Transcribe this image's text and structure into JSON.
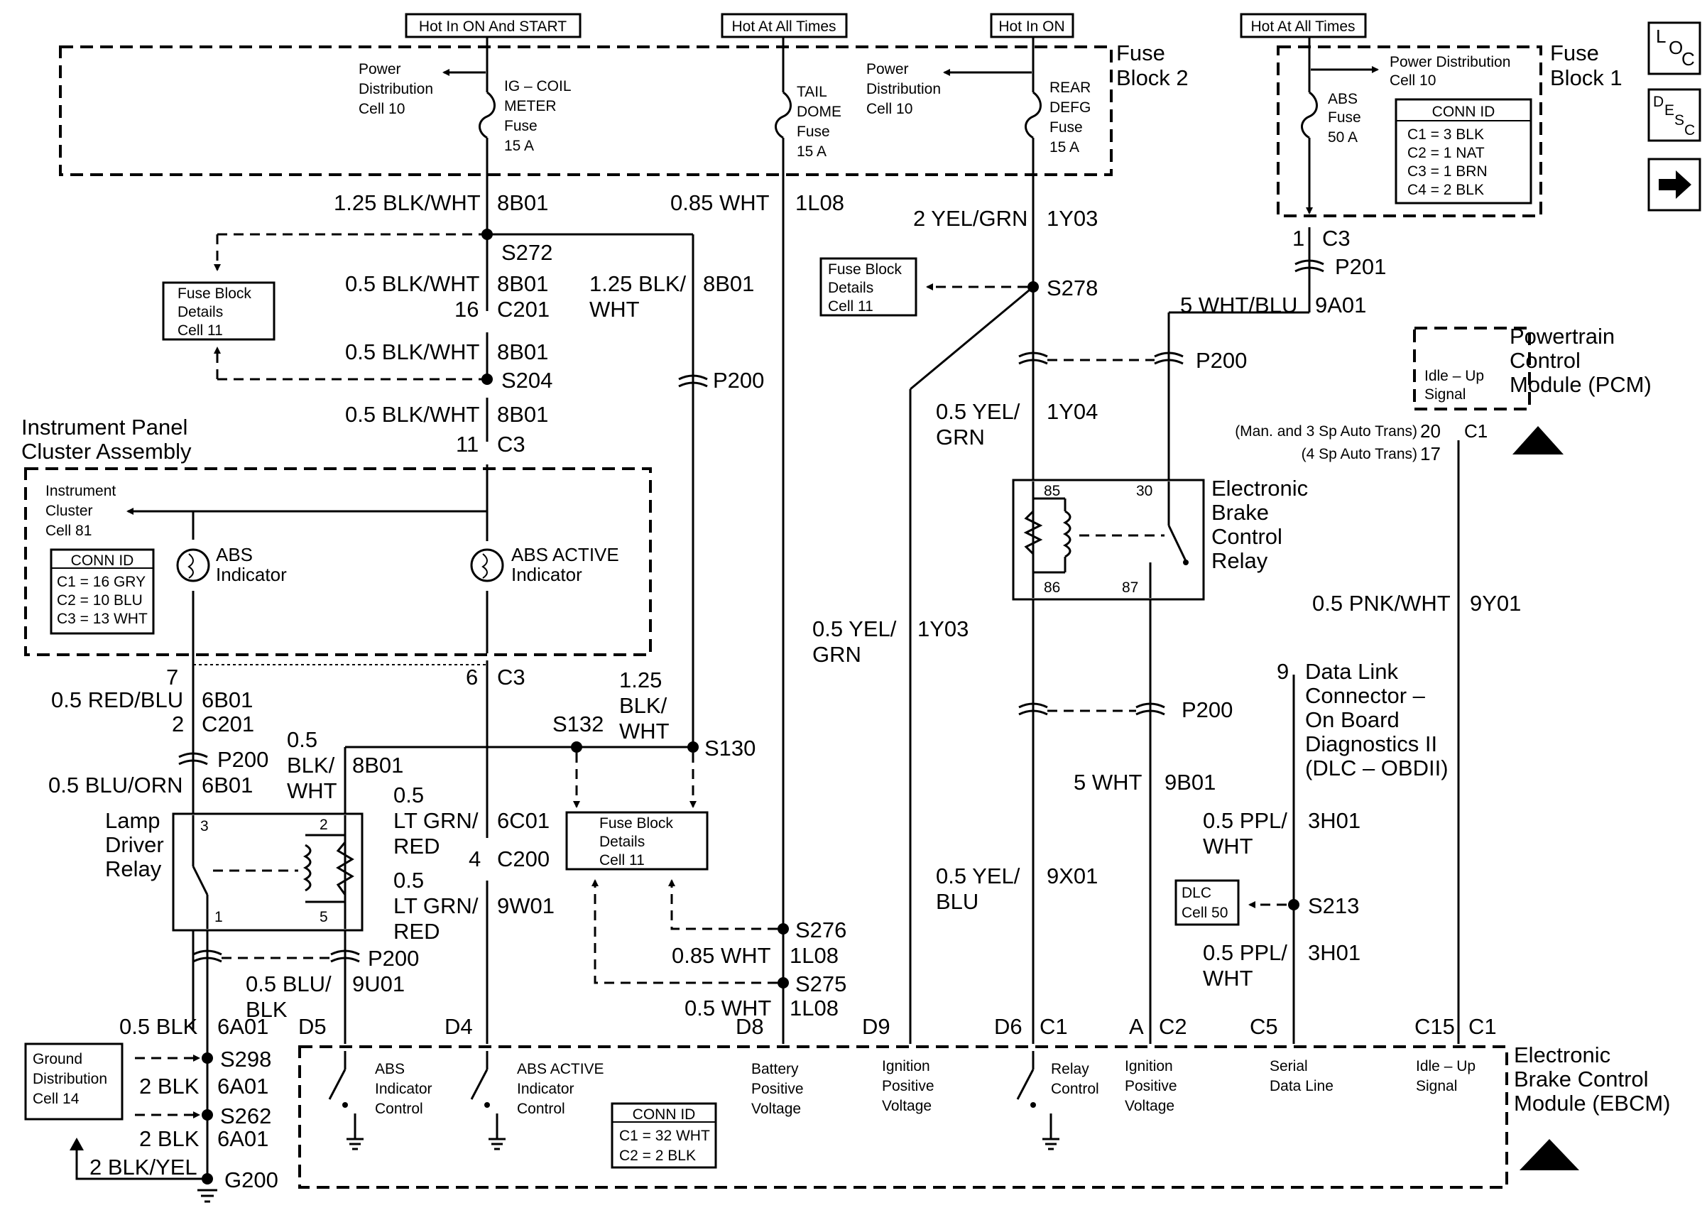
{
  "power_sources": {
    "hot_on_start": "Hot In ON And START",
    "hot_all_times_1": "Hot At All Times",
    "hot_on": "Hot In ON",
    "hot_all_times_2": "Hot At All Times"
  },
  "fuse_block_2": {
    "title_line1": "Fuse",
    "title_line2": "Block 2",
    "pdc_left": [
      "Power",
      "Distribution",
      "Cell 10"
    ],
    "pdc_right": [
      "Power",
      "Distribution",
      "Cell 10"
    ],
    "fuse_ig": [
      "IG – COIL",
      "METER",
      "Fuse",
      "15 A"
    ],
    "fuse_tail": [
      "TAIL",
      "DOME",
      "Fuse",
      "15 A"
    ],
    "fuse_rear": [
      "REAR",
      "DEFG",
      "Fuse",
      "15 A"
    ]
  },
  "fuse_block_1": {
    "title_line1": "Fuse",
    "title_line2": "Block 1",
    "pdc": [
      "Power Distribution",
      "Cell 10"
    ],
    "fuse_abs": [
      "ABS",
      "Fuse",
      "50 A"
    ],
    "conn_id": {
      "title": "CONN ID",
      "rows": [
        "C1 = 3 BLK",
        "C2 = 1 NAT",
        "C3 = 1 BRN",
        "C4 = 2 BLK"
      ]
    }
  },
  "nav_icons": {
    "loc": [
      "L",
      "O",
      "C"
    ],
    "desc": [
      "D",
      "E",
      "S",
      "C"
    ]
  },
  "wires": {
    "w_125_blkwht": "1.25 BLK/WHT",
    "c_8b01": "8B01",
    "w_085_wht": "0.85 WHT",
    "c_1l08": "1L08",
    "w_2_yelgrn": "2 YEL/GRN",
    "c_1y03": "1Y03",
    "w_05_blkwht_a": "0.5 BLK/WHT",
    "w_05_blkwht_b": "0.5 BLK/WHT",
    "w_05_blkwht_c": "0.5 BLK/WHT",
    "w_125_blk": "1.25 BLK/",
    "w_wht": "WHT",
    "w_5_whtblu": "5 WHT/BLU",
    "c_9a01": "9A01",
    "w_05_yel": "0.5 YEL/",
    "w_grn": "GRN",
    "c_1y04": "1Y04",
    "w_05_yel_b": "0.5 YEL/",
    "w_grn_b": "GRN",
    "c_1y03_b": "1Y03",
    "w_05_pnkwht": "0.5 PNK/WHT",
    "c_9y01": "9Y01",
    "w_05_redblu": "0.5 RED/BLU",
    "c_6b01": "6B01",
    "w_05_bluorn": "0.5 BLU/ORN",
    "c_6b01_b": "6B01",
    "w_05": "0.5",
    "w_blk": "BLK/",
    "w_wht_b": "WHT",
    "c_8b01_b": "8B01",
    "w_125_b": "1.25",
    "w_blk_b": "BLK/",
    "w_wht_c": "WHT",
    "w_05_ltgrn": "0.5",
    "w_ltgrn": "LT GRN/",
    "w_red": "RED",
    "c_6c01": "6C01",
    "w_05_ltgrn_b": "0.5",
    "w_ltgrn_b": "LT GRN/",
    "w_red_b": "RED",
    "c_9w01": "9W01",
    "w_5_wht": "5 WHT",
    "c_9b01": "9B01",
    "w_05_yelblu": "0.5 YEL/",
    "w_blu": "BLU",
    "c_9x01": "9X01",
    "w_05_ppl": "0.5 PPL/",
    "w_wht_ppl": "WHT",
    "c_3h01": "3H01",
    "w_05_ppl_b": "0.5 PPL/",
    "w_wht_ppl_b": "WHT",
    "c_3h01_b": "3H01",
    "w_085_wht_b": "0.85 WHT",
    "c_1l08_b": "1L08",
    "w_05_wht": "0.5 WHT",
    "c_1l08_c": "1L08",
    "w_05_blublk": "0.5 BLU/",
    "w_blk_c": "BLK",
    "c_9u01": "9U01",
    "w_05_blk": "0.5 BLK",
    "c_6a01": "6A01",
    "w_2_blk": "2 BLK",
    "c_6a01_b": "6A01",
    "w_2_blk_b": "2 BLK",
    "c_6a01_c": "6A01",
    "w_2_blkyel": "2 BLK/YEL"
  },
  "splices": {
    "s272": "S272",
    "s204": "S204",
    "s278": "S278",
    "s132": "S132",
    "s130": "S130",
    "s276": "S276",
    "s275": "S275",
    "s213": "S213",
    "s298": "S298",
    "s262": "S262",
    "g200": "G200"
  },
  "connectors": {
    "c201_pin": "16",
    "c201": "C201",
    "c3_pin11": "11",
    "c3": "C3",
    "p200": "P200",
    "p201": "P201",
    "c3_pin1": "1",
    "c3_b": "C3",
    "p200_b": "P200",
    "p200_c": "P200",
    "c3_pin7": "7",
    "c3_pin6": "6",
    "c3_c": "C3",
    "c201_pin2": "2",
    "c201_b": "C201",
    "p200_d": "P200",
    "c200_pin4": "4",
    "c200": "C200",
    "p200_e": "P200",
    "dlc_pin9": "9"
  },
  "fuse_block_details": {
    "box1": [
      "Fuse Block",
      "Details",
      "Cell 11"
    ],
    "box2": [
      "Fuse Block",
      "Details",
      "Cell 11"
    ],
    "box3": [
      "Fuse Block",
      "Details",
      "Cell 11"
    ]
  },
  "ipc": {
    "title_line1": "Instrument Panel",
    "title_line2": "Cluster Assembly",
    "cluster_ref": [
      "Instrument",
      "Cluster",
      "Cell 81"
    ],
    "abs_indicator": [
      "ABS",
      "Indicator"
    ],
    "abs_active_indicator": [
      "ABS ACTIVE",
      "Indicator"
    ],
    "conn_id": {
      "title": "CONN ID",
      "rows": [
        "C1 = 16 GRY",
        "C2 = 10 BLU",
        "C3 = 13 WHT"
      ]
    }
  },
  "pcm": {
    "title": [
      "Powertrain",
      "Control",
      "Module (PCM)"
    ],
    "signal": [
      "Idle – Up",
      "Signal"
    ],
    "pin_man": "(Man. and 3 Sp Auto Trans)",
    "pin_man_num": "20",
    "pin_4sp": "(4 Sp Auto Trans)",
    "pin_4sp_num": "17",
    "conn": "C1"
  },
  "ebcr": {
    "title": [
      "Electronic",
      "Brake",
      "Control",
      "Relay"
    ],
    "pin85": "85",
    "pin30": "30",
    "pin86": "86",
    "pin87": "87"
  },
  "lamp_relay": {
    "title": [
      "Lamp",
      "Driver",
      "Relay"
    ],
    "pin3": "3",
    "pin2": "2",
    "pin1": "1",
    "pin5": "5"
  },
  "dlc": {
    "title": [
      "Data Link",
      "Connector –",
      "On Board",
      "Diagnostics II",
      "(DLC – OBDII)"
    ],
    "ref": [
      "DLC",
      "Cell 50"
    ]
  },
  "ground_dist": [
    "Ground",
    "Distribution",
    "Cell 14"
  ],
  "ebcm": {
    "title": [
      "Electronic",
      "Brake Control",
      "Module (EBCM)"
    ],
    "pins": {
      "d5": "D5",
      "d4": "D4",
      "d8": "D8",
      "d9": "D9",
      "d6": "D6",
      "c1": "C1",
      "a": "A",
      "c2": "C2",
      "c5": "C5",
      "c15": "C15",
      "c1_b": "C1"
    },
    "functions": {
      "abs_ind": [
        "ABS",
        "Indicator",
        "Control"
      ],
      "abs_active": [
        "ABS ACTIVE",
        "Indicator",
        "Control"
      ],
      "battery": [
        "Battery",
        "Positive",
        "Voltage"
      ],
      "ignition1": [
        "Ignition",
        "Positive",
        "Voltage"
      ],
      "relay": [
        "Relay",
        "Control"
      ],
      "ignition2": [
        "Ignition",
        "Positive",
        "Voltage"
      ],
      "serial": [
        "Serial",
        "Data Line"
      ],
      "idle": [
        "Idle – Up",
        "Signal"
      ]
    },
    "conn_id": {
      "title": "CONN ID",
      "rows": [
        "C1 = 32 WHT",
        "C2 = 2 BLK"
      ]
    }
  }
}
